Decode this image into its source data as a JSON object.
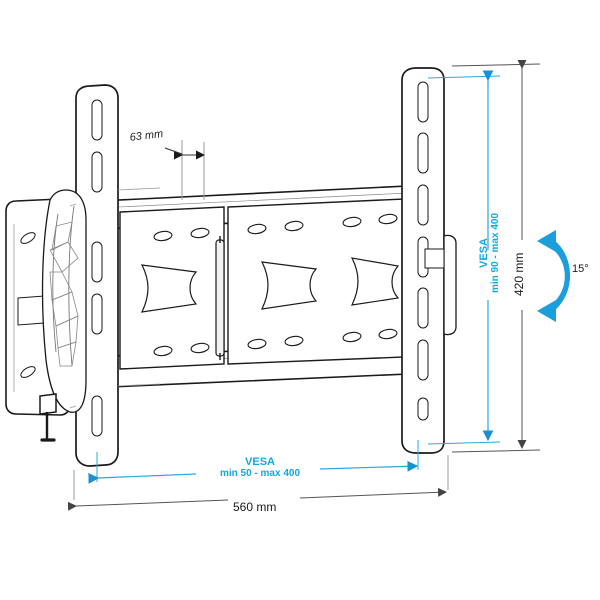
{
  "drawing": {
    "title": "TV wall mount bracket technical drawing",
    "background_color": "#ffffff",
    "line_color": "#1a1a1a",
    "accent_color": "#0faadc",
    "dimension_color": "#555555"
  },
  "dimensions": {
    "depth": {
      "label": "63 mm",
      "value": 63,
      "unit": "mm",
      "orientation": "horizontal",
      "color": "#222222"
    },
    "width": {
      "label": "560 mm",
      "value": 560,
      "unit": "mm",
      "orientation": "horizontal",
      "color": "#1a1a1a"
    },
    "height": {
      "label": "420 mm",
      "value": 420,
      "unit": "mm",
      "orientation": "vertical",
      "color": "#1a1a1a"
    },
    "tilt": {
      "label": "15°",
      "value": 15,
      "unit": "degrees",
      "color": "#1a1a1a"
    }
  },
  "vesa": {
    "horizontal": {
      "title": "VESA",
      "range": "min 50 - max 400",
      "min": 50,
      "max": 400,
      "color": "#0faadc"
    },
    "vertical": {
      "title": "VESA",
      "range": "min 90 - max 400",
      "min": 90,
      "max": 400,
      "color": "#0faadc"
    }
  }
}
